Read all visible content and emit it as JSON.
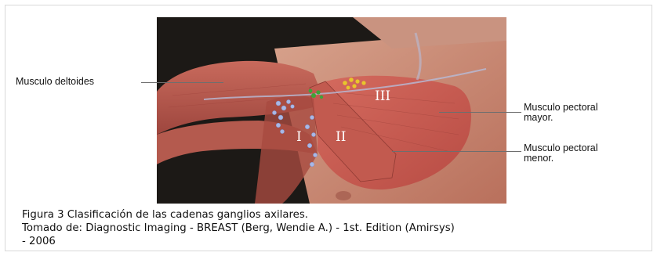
{
  "labels": {
    "deltoid": "Musculo deltoides",
    "pectoral_major": [
      "Musculo pectoral",
      "mayor."
    ],
    "pectoral_minor": [
      "Musculo pectoral",
      "menor."
    ]
  },
  "levels": [
    "I",
    "II",
    "III"
  ],
  "caption": {
    "line1": "Figura 3 Clasificación de las cadenas  ganglios axilares.",
    "line2": "Tomado de: Diagnostic Imaging - BREAST (Berg, Wendie A.) - 1st. Edition (Amirsys)",
    "line3": "- 2006"
  },
  "colors": {
    "muscle": "#c85a50",
    "skin": "#c8846c",
    "node_blue": "#a9b8e6",
    "node_yellow": "#e8c62c",
    "node_green": "#3fa33a",
    "background": "#1c1916"
  }
}
